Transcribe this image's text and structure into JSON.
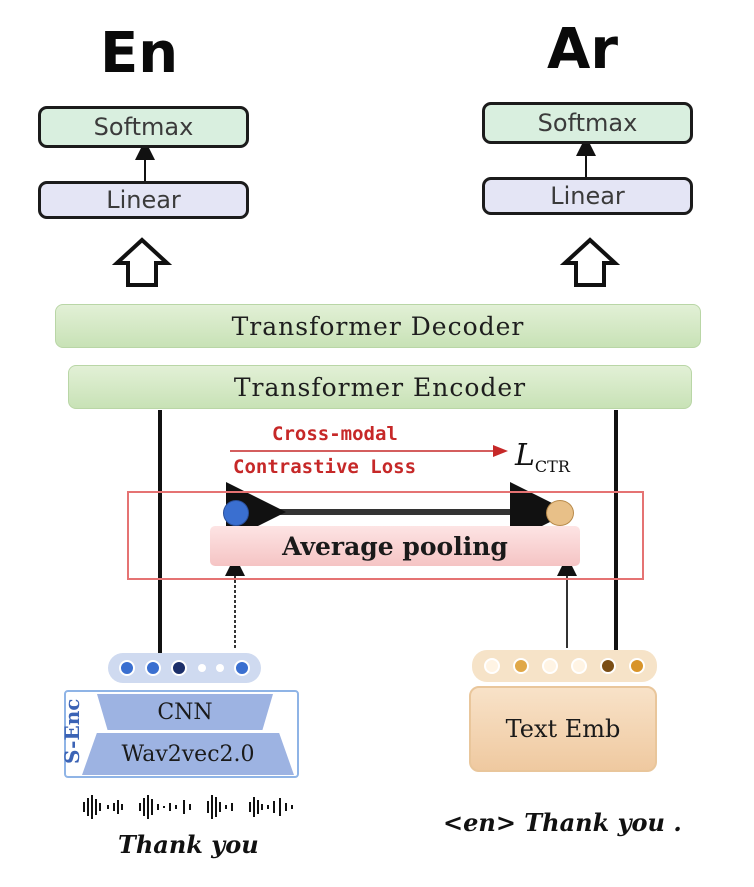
{
  "outputs": {
    "left_language": "En",
    "right_language": "Ar"
  },
  "heads": {
    "softmax_label": "Softmax",
    "linear_label": "Linear"
  },
  "transformer": {
    "decoder_label": "Transformer Decoder",
    "encoder_label": "Transformer Encoder"
  },
  "contrastive": {
    "line1": "Cross-modal",
    "line2": "Contrastive Loss",
    "loss_symbol": "L",
    "loss_subscript": "CTR"
  },
  "pooling": {
    "label": "Average pooling"
  },
  "speech_encoder": {
    "group_label": "S-Enc",
    "cnn_label": "CNN",
    "wav2vec_label": "Wav2vec2.0",
    "caption": "Thank you"
  },
  "text_encoder": {
    "emb_label": "Text Emb",
    "caption": "<en> Thank you ."
  },
  "colors": {
    "softmax_fill": "#d9efdf",
    "linear_fill": "#e4e5f5",
    "transformer_fill": "#d4e8c4",
    "loss_text": "#c62828",
    "pool_fill": "#f8d3d3",
    "speech_node": "#3a6fd0",
    "text_node": "#e8b96a"
  },
  "icons": [
    "hollow-up-arrow-icon",
    "waveform-icon",
    "double-headed-arrow-icon"
  ]
}
